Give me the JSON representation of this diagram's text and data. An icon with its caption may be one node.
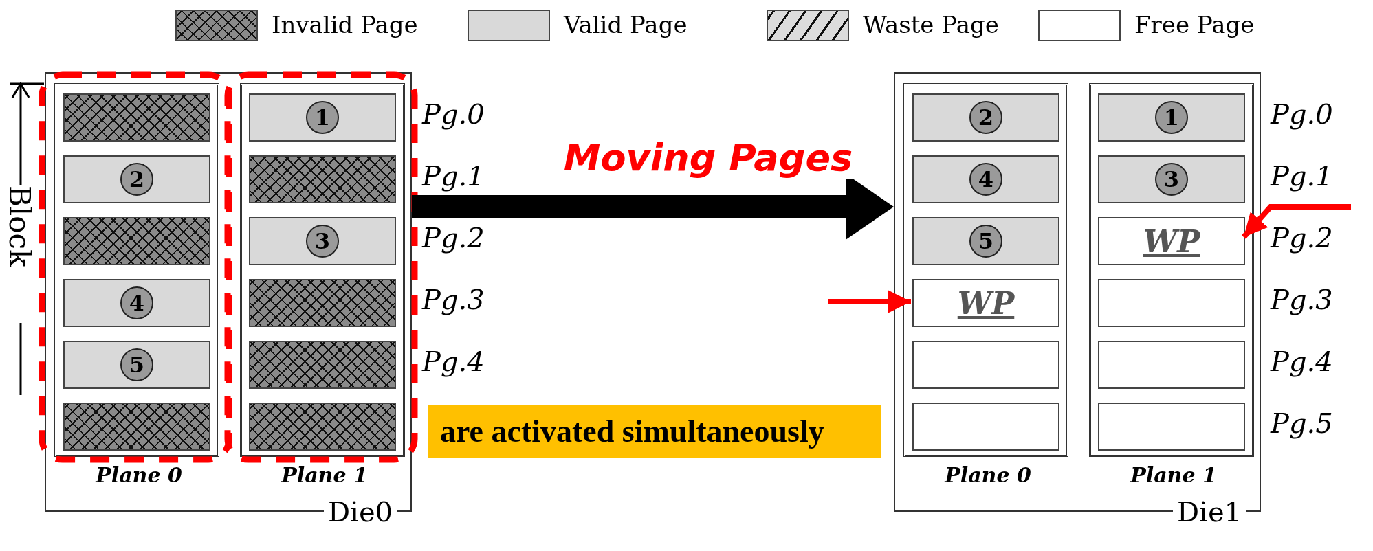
{
  "diagram": {
    "nodes": [
      {
        "text": [
          "Die0"
        ]
      },
      {
        "text": [
          "Plane 0"
        ],
        "in": 0
      },
      {
        "text": [],
        "shape": "box",
        "in": 1
      },
      {
        "text": [
          "2"
        ],
        "in": 1
      },
      {
        "text": [],
        "shape": "box",
        "in": 1
      },
      {
        "text": [
          "4"
        ],
        "in": 1
      },
      {
        "text": [
          "5"
        ],
        "in": 1
      },
      {
        "text": [],
        "shape": "box",
        "in": 1
      },
      {
        "text": [
          "Plane 1"
        ],
        "in": 0
      },
      {
        "text": [
          "1"
        ],
        "in": 8
      },
      {
        "text": [],
        "shape": "box",
        "in": 8
      },
      {
        "text": [
          "3"
        ],
        "in": 8
      },
      {
        "text": [],
        "shape": "box",
        "in": 8
      },
      {
        "text": [],
        "shape": "box",
        "in": 8
      },
      {
        "text": [],
        "shape": "box",
        "in": 8
      },
      {
        "text": [
          "Die1"
        ]
      },
      {
        "text": [
          "Plane 0"
        ],
        "in": 15
      },
      {
        "text": [
          "2"
        ],
        "in": 16
      },
      {
        "text": [
          "4"
        ],
        "in": 16
      },
      {
        "text": [
          "5"
        ],
        "in": 16
      },
      {
        "text": [
          "WP"
        ],
        "in": 16
      },
      {
        "text": [],
        "shape": "box",
        "in": 16
      },
      {
        "text": [],
        "shape": "box",
        "in": 16
      },
      {
        "text": [
          "Plane 1"
        ],
        "in": 15
      },
      {
        "text": [
          "1"
        ],
        "in": 23
      },
      {
        "text": [
          "3"
        ],
        "in": 23
      },
      {
        "text": [
          "WP"
        ],
        "in": 23
      },
      {
        "text": [],
        "shape": "box",
        "in": 23
      },
      {
        "text": [],
        "shape": "box",
        "in": 23
      },
      {
        "text": [],
        "shape": "box",
        "in": 23
      }
    ],
    "edges": [
      {
        "from": 0,
        "to": 15,
        "arrow": "to",
        "label": "Moving Pages",
        "style": "thick",
        "color": "#000000"
      },
      {
        "from": null,
        "to": 20,
        "arrow": "to"
      },
      {
        "from": null,
        "to": 26,
        "arrow": "to"
      }
    ],
    "labels": [
      "Block",
      "Pg.0",
      "Pg.1",
      "Pg.2",
      "Pg.3",
      "Pg.4",
      "Pg.0",
      "Pg.1",
      "Pg.2",
      "Pg.3",
      "Pg.4",
      "Pg.5",
      "are activated simultaneously"
    ],
    "legend": [
      {
        "text": "Invalid Page"
      },
      {
        "text": "Valid Page",
        "color": "#d9d9d9"
      },
      {
        "text": "Waste Page"
      },
      {
        "text": "Free Page",
        "color": "#ffffff"
      }
    ]
  }
}
